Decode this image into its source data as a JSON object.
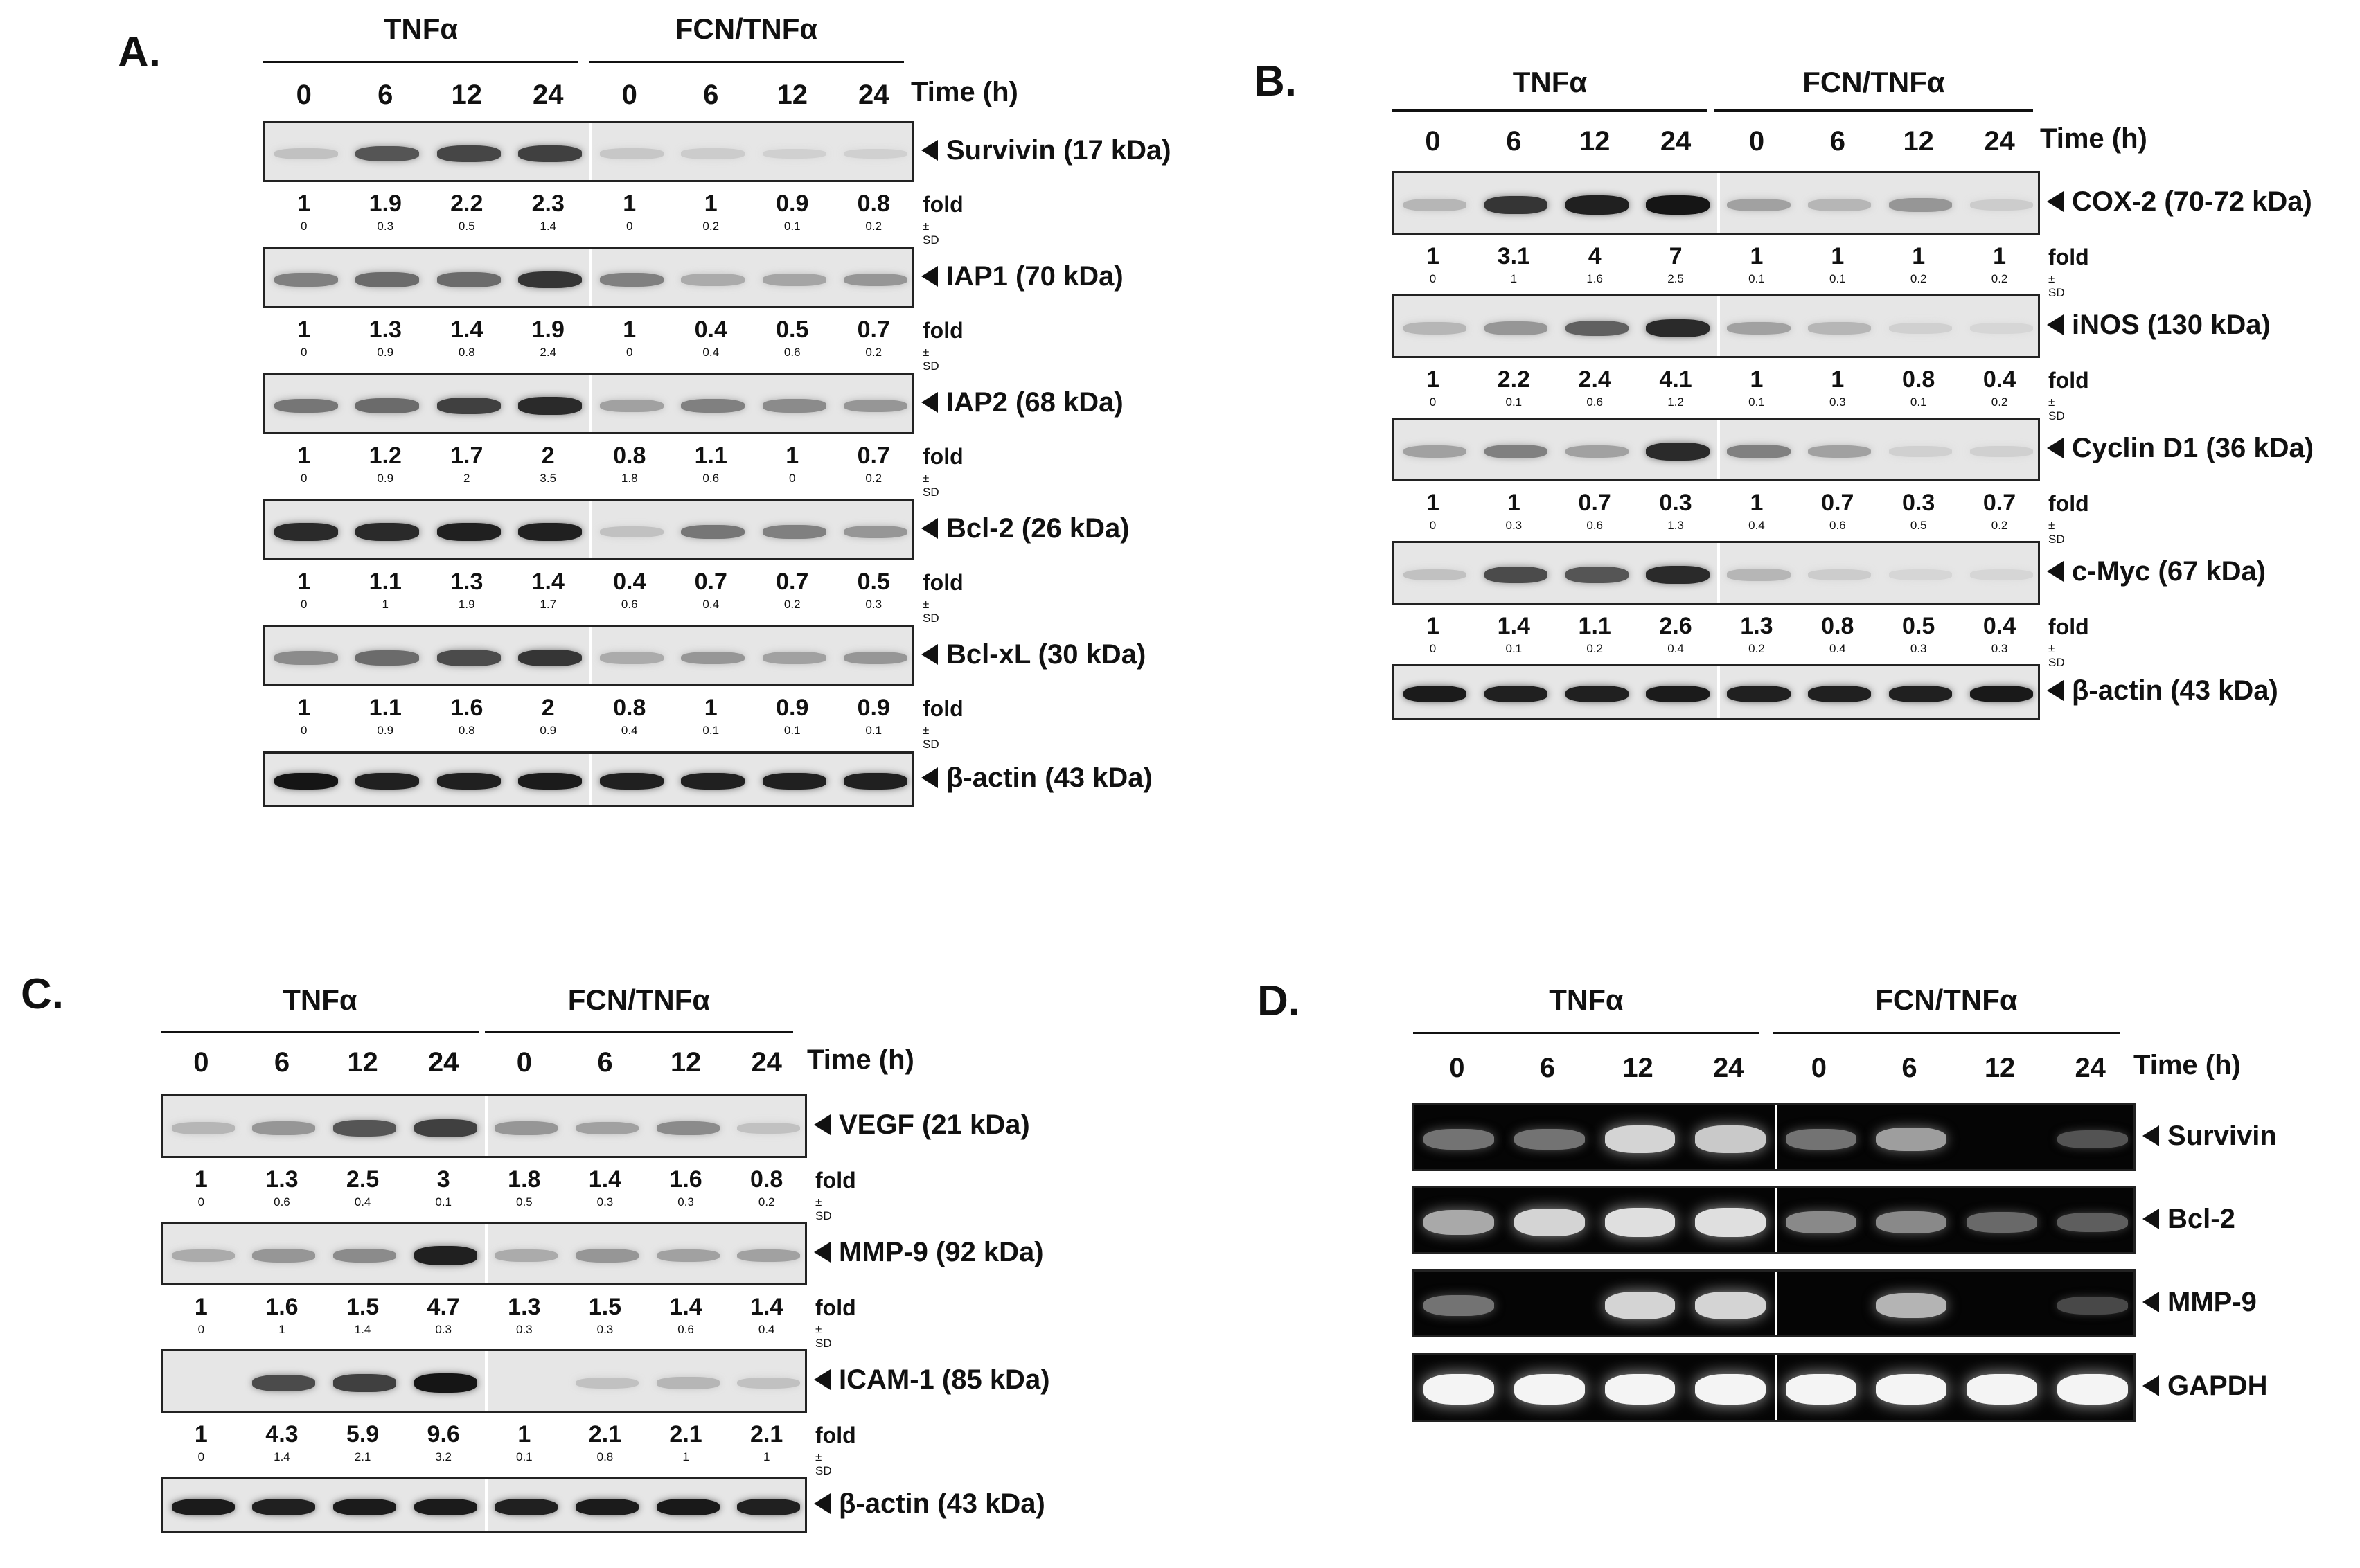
{
  "common": {
    "group1": "TNFα",
    "group2": "FCN/TNFα",
    "times": [
      "0",
      "6",
      "12",
      "24",
      "0",
      "6",
      "12",
      "24"
    ],
    "time_label": "Time (h)",
    "fold_label": "fold",
    "sd_label": "± SD"
  },
  "panels": [
    {
      "label": "A.",
      "blots": [
        {
          "name": "Survivin (17 kDa)",
          "intensity": [
            0.15,
            0.65,
            0.72,
            0.75,
            0.12,
            0.1,
            0.08,
            0.08
          ],
          "fold": [
            "1",
            "1.9",
            "2.2",
            "2.3",
            "1",
            "1",
            "0.9",
            "0.8"
          ],
          "sd": [
            "0",
            "0.3",
            "0.5",
            "1.4",
            "0",
            "0.2",
            "0.1",
            "0.2"
          ]
        },
        {
          "name": "IAP1 (70 kDa)",
          "intensity": [
            0.45,
            0.55,
            0.55,
            0.8,
            0.45,
            0.25,
            0.28,
            0.35
          ],
          "fold": [
            "1",
            "1.3",
            "1.4",
            "1.9",
            "1",
            "0.4",
            "0.5",
            "0.7"
          ],
          "sd": [
            "0",
            "0.9",
            "0.8",
            "2.4",
            "0",
            "0.4",
            "0.6",
            "0.2"
          ]
        },
        {
          "name": "IAP2 (68 kDa)",
          "intensity": [
            0.5,
            0.55,
            0.75,
            0.85,
            0.3,
            0.45,
            0.4,
            0.35
          ],
          "fold": [
            "1",
            "1.2",
            "1.7",
            "2",
            "0.8",
            "1.1",
            "1",
            "0.7"
          ],
          "sd": [
            "0",
            "0.9",
            "2",
            "3.5",
            "1.8",
            "0.6",
            "0",
            "0.2"
          ]
        },
        {
          "name": "Bcl-2 (26 kDa)",
          "intensity": [
            0.85,
            0.85,
            0.9,
            0.9,
            0.15,
            0.5,
            0.45,
            0.35
          ],
          "fold": [
            "1",
            "1.1",
            "1.3",
            "1.4",
            "0.4",
            "0.7",
            "0.7",
            "0.5"
          ],
          "sd": [
            "0",
            "1",
            "1.9",
            "1.7",
            "0.6",
            "0.4",
            "0.2",
            "0.3"
          ]
        },
        {
          "name": "Bcl-xL (30 kDa)",
          "intensity": [
            0.4,
            0.55,
            0.7,
            0.8,
            0.25,
            0.35,
            0.3,
            0.35
          ],
          "fold": [
            "1",
            "1.1",
            "1.6",
            "2",
            "0.8",
            "1",
            "0.9",
            "0.9"
          ],
          "sd": [
            "0",
            "0.9",
            "0.8",
            "0.9",
            "0.4",
            "0.1",
            "0.1",
            "0.1"
          ]
        },
        {
          "name": "β-actin (43 kDa)",
          "intensity": [
            0.95,
            0.9,
            0.9,
            0.92,
            0.9,
            0.9,
            0.9,
            0.9
          ],
          "fold": [],
          "sd": []
        }
      ]
    },
    {
      "label": "B.",
      "blots": [
        {
          "name": "COX-2 (70-72 kDa)",
          "intensity": [
            0.2,
            0.8,
            0.9,
            0.95,
            0.3,
            0.2,
            0.35,
            0.1
          ],
          "fold": [
            "1",
            "3.1",
            "4",
            "7",
            "1",
            "1",
            "1",
            "1"
          ],
          "sd": [
            "0",
            "1",
            "1.6",
            "2.5",
            "0.1",
            "0.1",
            "0.2",
            "0.2"
          ]
        },
        {
          "name": "iNOS (130 kDa)",
          "intensity": [
            0.2,
            0.35,
            0.6,
            0.85,
            0.3,
            0.2,
            0.08,
            0.05
          ],
          "fold": [
            "1",
            "2.2",
            "2.4",
            "4.1",
            "1",
            "1",
            "0.8",
            "0.4"
          ],
          "sd": [
            "0",
            "0.1",
            "0.6",
            "1.2",
            "0.1",
            "0.3",
            "0.1",
            "0.2"
          ]
        },
        {
          "name": "Cyclin D1 (36 kDa)",
          "intensity": [
            0.3,
            0.45,
            0.3,
            0.85,
            0.45,
            0.3,
            0.08,
            0.08
          ],
          "fold": [
            "1",
            "1",
            "0.7",
            "0.3",
            "1",
            "0.7",
            "0.3",
            "0.7"
          ],
          "sd": [
            "0",
            "0.3",
            "0.6",
            "1.3",
            "0.4",
            "0.6",
            "0.5",
            "0.2"
          ]
        },
        {
          "name": "c-Myc (67 kDa)",
          "intensity": [
            0.15,
            0.7,
            0.65,
            0.85,
            0.2,
            0.1,
            0.05,
            0.05
          ],
          "fold": [
            "1",
            "1.4",
            "1.1",
            "2.6",
            "1.3",
            "0.8",
            "0.5",
            "0.4"
          ],
          "sd": [
            "0",
            "0.1",
            "0.2",
            "0.4",
            "0.2",
            "0.4",
            "0.3",
            "0.3"
          ]
        },
        {
          "name": "β-actin (43 kDa)",
          "intensity": [
            0.92,
            0.9,
            0.9,
            0.92,
            0.9,
            0.9,
            0.9,
            0.93
          ],
          "fold": [],
          "sd": []
        }
      ]
    },
    {
      "label": "C.",
      "blots": [
        {
          "name": "VEGF (21 kDa)",
          "intensity": [
            0.2,
            0.35,
            0.65,
            0.75,
            0.35,
            0.3,
            0.4,
            0.15
          ],
          "fold": [
            "1",
            "1.3",
            "2.5",
            "3",
            "1.8",
            "1.4",
            "1.6",
            "0.8"
          ],
          "sd": [
            "0",
            "0.6",
            "0.4",
            "0.1",
            "0.5",
            "0.3",
            "0.3",
            "0.2"
          ]
        },
        {
          "name": "MMP-9 (92 kDa)",
          "intensity": [
            0.25,
            0.35,
            0.4,
            0.9,
            0.25,
            0.35,
            0.3,
            0.3
          ],
          "fold": [
            "1",
            "1.6",
            "1.5",
            "4.7",
            "1.3",
            "1.5",
            "1.4",
            "1.4"
          ],
          "sd": [
            "0",
            "1",
            "1.4",
            "0.3",
            "0.3",
            "0.3",
            "0.6",
            "0.4"
          ]
        },
        {
          "name": "ICAM-1 (85 kDa)",
          "intensity": [
            0.0,
            0.7,
            0.75,
            0.95,
            0.0,
            0.15,
            0.2,
            0.15
          ],
          "fold": [
            "1",
            "4.3",
            "5.9",
            "9.6",
            "1",
            "2.1",
            "2.1",
            "2.1"
          ],
          "sd": [
            "0",
            "1.4",
            "2.1",
            "3.2",
            "0.1",
            "0.8",
            "1",
            "1"
          ]
        },
        {
          "name": "β-actin (43 kDa)",
          "intensity": [
            0.92,
            0.9,
            0.92,
            0.92,
            0.9,
            0.92,
            0.93,
            0.9
          ],
          "fold": [],
          "sd": []
        }
      ]
    },
    {
      "label": "D.",
      "gels": [
        {
          "name": "Survivin",
          "intensity": [
            0.35,
            0.35,
            0.8,
            0.75,
            0.35,
            0.55,
            0.0,
            0.2
          ]
        },
        {
          "name": "Bcl-2",
          "intensity": [
            0.6,
            0.8,
            0.85,
            0.85,
            0.45,
            0.45,
            0.3,
            0.25
          ]
        },
        {
          "name": "MMP-9",
          "intensity": [
            0.35,
            0.0,
            0.8,
            0.8,
            0.0,
            0.65,
            0.0,
            0.15
          ]
        },
        {
          "name": "GAPDH",
          "intensity": [
            0.95,
            0.95,
            0.95,
            0.95,
            0.95,
            0.95,
            0.95,
            0.95
          ]
        }
      ]
    }
  ]
}
